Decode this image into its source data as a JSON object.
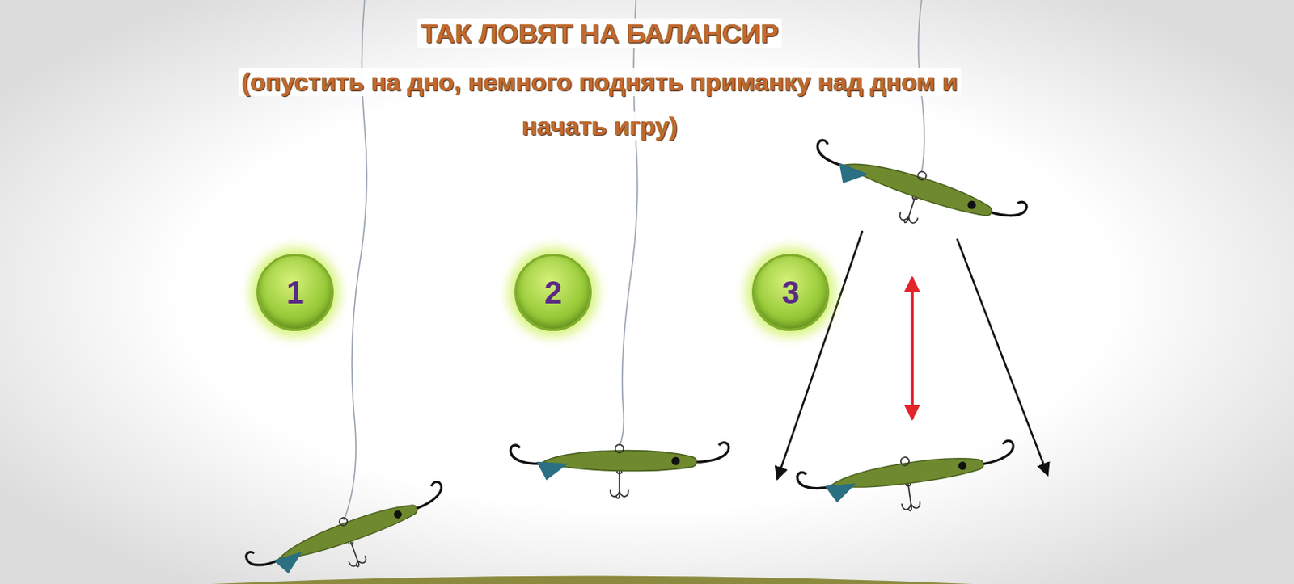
{
  "diagram": {
    "title": "ТАК ЛОВЯТ НА БАЛАНСИР",
    "nodes": [
      {
        "text": [
          "1"
        ]
      },
      {
        "text": [
          "2"
        ]
      },
      {
        "text": [
          "3"
        ]
      }
    ],
    "edges": [],
    "labels": [
      "(опустить на дно, немного поднять приманку над дном и начать игру)"
    ]
  }
}
